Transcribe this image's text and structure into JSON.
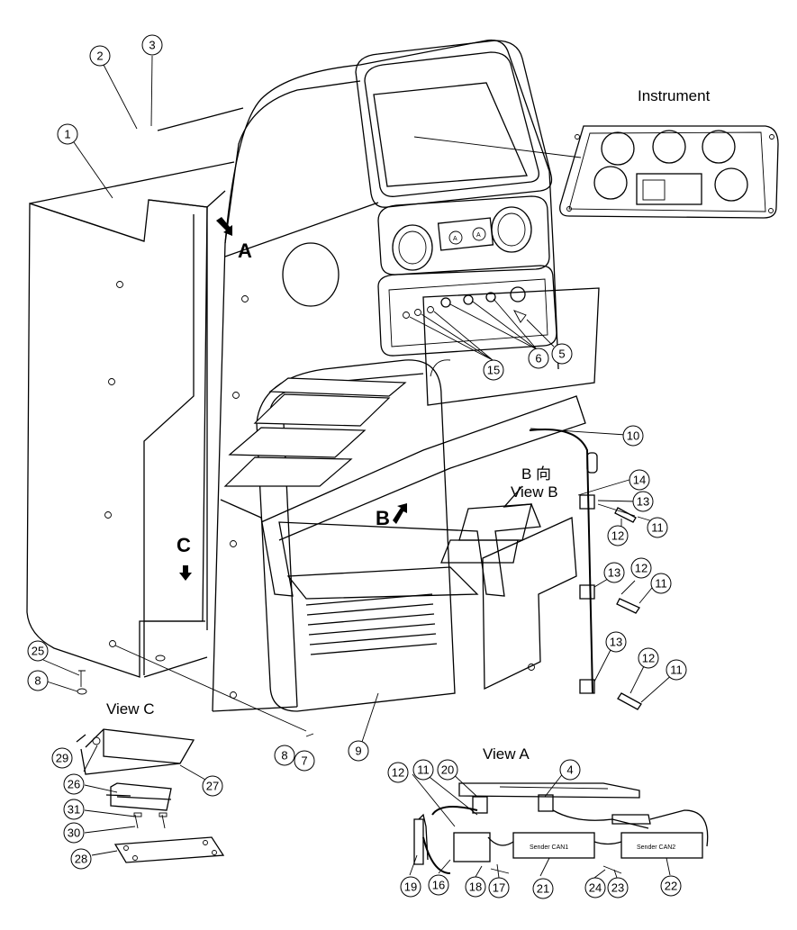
{
  "labels": {
    "instrument": "Instrument",
    "view_b_cn": "B 向",
    "view_b": "View B",
    "view_c": "View C",
    "view_a": "View A",
    "arrow_a": "A",
    "arrow_b": "B",
    "arrow_c": "C",
    "sender_can1": "Sender CAN1",
    "sender_can2": "Sender CAN2"
  },
  "callouts": [
    "1",
    "2",
    "3",
    "4",
    "5",
    "6",
    "7",
    "8",
    "9",
    "10",
    "11",
    "12",
    "13",
    "14",
    "15",
    "16",
    "17",
    "18",
    "19",
    "20",
    "21",
    "22",
    "23",
    "24",
    "25",
    "26",
    "27",
    "28",
    "29",
    "30",
    "31"
  ]
}
